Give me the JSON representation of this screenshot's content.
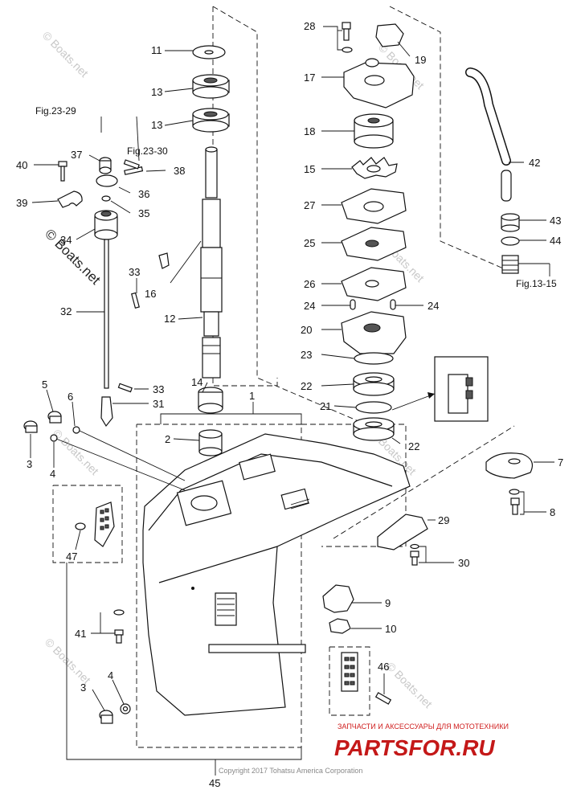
{
  "callouts": [
    {
      "id": "c1",
      "label": "1"
    },
    {
      "id": "c2",
      "label": "2"
    },
    {
      "id": "c3a",
      "label": "3"
    },
    {
      "id": "c3b",
      "label": "3"
    },
    {
      "id": "c4a",
      "label": "4"
    },
    {
      "id": "c4b",
      "label": "4"
    },
    {
      "id": "c5",
      "label": "5"
    },
    {
      "id": "c6",
      "label": "6"
    },
    {
      "id": "c7",
      "label": "7"
    },
    {
      "id": "c8",
      "label": "8"
    },
    {
      "id": "c9",
      "label": "9"
    },
    {
      "id": "c10",
      "label": "10"
    },
    {
      "id": "c11",
      "label": "11"
    },
    {
      "id": "c12",
      "label": "12"
    },
    {
      "id": "c13a",
      "label": "13"
    },
    {
      "id": "c13b",
      "label": "13"
    },
    {
      "id": "c14",
      "label": "14"
    },
    {
      "id": "c15",
      "label": "15"
    },
    {
      "id": "c16",
      "label": "16"
    },
    {
      "id": "c17",
      "label": "17"
    },
    {
      "id": "c18",
      "label": "18"
    },
    {
      "id": "c19",
      "label": "19"
    },
    {
      "id": "c20",
      "label": "20"
    },
    {
      "id": "c21",
      "label": "21"
    },
    {
      "id": "c22a",
      "label": "22"
    },
    {
      "id": "c22b",
      "label": "22"
    },
    {
      "id": "c23",
      "label": "23"
    },
    {
      "id": "c24a",
      "label": "24"
    },
    {
      "id": "c24b",
      "label": "24"
    },
    {
      "id": "c25",
      "label": "25"
    },
    {
      "id": "c26",
      "label": "26"
    },
    {
      "id": "c27",
      "label": "27"
    },
    {
      "id": "c28",
      "label": "28"
    },
    {
      "id": "c29",
      "label": "29"
    },
    {
      "id": "c30",
      "label": "30"
    },
    {
      "id": "c31",
      "label": "31"
    },
    {
      "id": "c32",
      "label": "32"
    },
    {
      "id": "c33a",
      "label": "33"
    },
    {
      "id": "c33b",
      "label": "33"
    },
    {
      "id": "c34",
      "label": "34"
    },
    {
      "id": "c35",
      "label": "35"
    },
    {
      "id": "c36",
      "label": "36"
    },
    {
      "id": "c37",
      "label": "37"
    },
    {
      "id": "c38",
      "label": "38"
    },
    {
      "id": "c39",
      "label": "39"
    },
    {
      "id": "c40",
      "label": "40"
    },
    {
      "id": "c41",
      "label": "41"
    },
    {
      "id": "c42",
      "label": "42"
    },
    {
      "id": "c43",
      "label": "43"
    },
    {
      "id": "c44",
      "label": "44"
    },
    {
      "id": "c45",
      "label": "45"
    },
    {
      "id": "c46",
      "label": "46"
    },
    {
      "id": "c47",
      "label": "47"
    }
  ],
  "references": {
    "fig_23_29": "Fig.23-29",
    "fig_23_30": "Fig.23-30",
    "fig_13_15": "Fig.13-15"
  },
  "watermarks": {
    "boats": "© Boats.net",
    "shop_tagline": "ЗАПЧАСТИ И АКСЕССУАРЫ ДЛЯ МОТОТЕХНИКИ",
    "shop_logo": "PARTSFOR.RU"
  },
  "copyright": "Copyright 2017 Tohatsu America Corporation",
  "colors": {
    "line": "#111111",
    "logo_red": "#c41818",
    "watermark_gray": "#c8c8c8"
  }
}
